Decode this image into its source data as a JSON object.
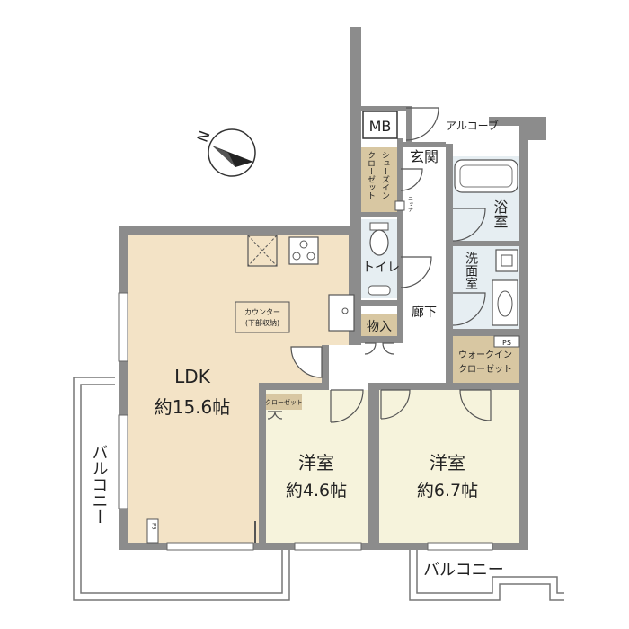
{
  "rooms": {
    "ldk": {
      "name": "LDK",
      "size": "約15.6帖"
    },
    "western1": {
      "name": "洋室",
      "size": "約4.6帖"
    },
    "western2": {
      "name": "洋室",
      "size": "約6.7帖"
    },
    "entrance": "玄関",
    "toilet": "トイレ",
    "bath": "浴室",
    "washroom": "洗面室",
    "hallway": "廊下",
    "storage": "物入",
    "walkin_closet_line1": "ウォークイン",
    "walkin_closet_line2": "クローゼット",
    "shoes_closet_col1": "シューズイン",
    "shoes_closet_col2": "クローゼット",
    "counter_line1": "カウンター",
    "counter_line2": "(下部収納)",
    "closet": "クローゼット",
    "mb": "MB",
    "ps": "PS",
    "ps_small": "PS",
    "niche": "ニッチ"
  },
  "exterior": {
    "balcony_left": "バルコニー",
    "balcony_bottom": "バルコニー",
    "alcove": "アルコーブ"
  },
  "compass": {
    "label": "N"
  },
  "colors": {
    "wall": "#8c8c8c",
    "ldk_floor": "#f3e3c6",
    "western_floor": "#f6f3dc",
    "closet_floor": "#d8c7a2",
    "wet_area": "#e6eef2",
    "hall_floor": "#ffffff"
  }
}
